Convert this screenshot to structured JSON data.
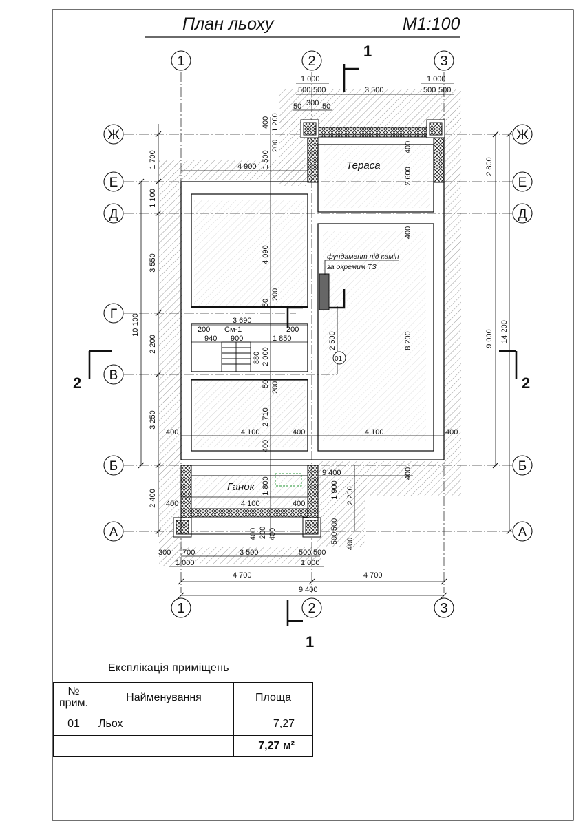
{
  "title": "План льоху",
  "scale": "М1:100",
  "axes": {
    "numeric": [
      "1",
      "2",
      "3"
    ],
    "letters": [
      "Ж",
      "Е",
      "Д",
      "Г",
      "В",
      "Б",
      "А"
    ]
  },
  "section_marks": {
    "s1": "1",
    "s2": "2"
  },
  "rooms": {
    "terrace": "Тераса",
    "porch": "Ганок",
    "room_tag": "01",
    "fireplace_note_1": "фундамент під камін",
    "fireplace_note_2": "за окремим ТЗ",
    "stair_tag": "См-1"
  },
  "dims": {
    "top_1000_a": "1 000",
    "top_500_a": "500",
    "top_500_b": "500",
    "top_50_a": "50",
    "top_300": "300",
    "top_50_b": "50",
    "top_3500": "3 500",
    "top_1000_b": "1 000",
    "top_500_c": "500",
    "top_500_d": "500",
    "left_1700": "1 700",
    "left_1100": "1 100",
    "left_3550": "3 550",
    "left_2200": "2 200",
    "left_3250": "3 250",
    "left_2400": "2 400",
    "left_10100": "10 100",
    "right_2800": "2 800",
    "right_9000": "9 000",
    "right_14200": "14 200",
    "i_400_a": "400",
    "i_1200": "1 200",
    "i_200_a": "200",
    "i_1500": "1 500",
    "i_4900": "4 900",
    "i_400_b": "400",
    "i_2600": "2 600",
    "i_4090": "4 090",
    "i_400_c": "400",
    "i_8200": "8 200",
    "i_2500": "2 500",
    "i_3690": "3 690",
    "i_200_b": "200",
    "i_200_c": "200",
    "i_50_a": "50",
    "i_200_d": "200",
    "i_940": "940",
    "i_900": "900",
    "i_1850": "1 850",
    "i_2000": "2 000",
    "i_880": "880",
    "i_50_b": "50",
    "i_200_e": "200",
    "i_2710": "2 710",
    "i_400_d": "400",
    "i_4100_a": "4 100",
    "i_400_e": "400",
    "i_4100_b": "4 100",
    "i_400_f": "400",
    "i_400_g": "400",
    "i_9400_a": "9 400",
    "i_400_h": "400",
    "i_1800": "1 800",
    "i_1900": "1 900",
    "i_2200": "2 200",
    "i_400_i": "400",
    "i_4100_c": "4 100",
    "i_400_j": "400",
    "i_400_k": "400",
    "i_200_f": "200",
    "i_400_l": "400",
    "i_500_e": "500",
    "i_500_f": "500",
    "i_400_m": "400",
    "b_300": "300",
    "b_700": "700",
    "b_3500": "3 500",
    "b_500_a": "500",
    "b_500_b": "500",
    "b_1000_a": "1 000",
    "b_1000_b": "1 000",
    "b_4700_a": "4 700",
    "b_4700_b": "4 700",
    "b_9400": "9 400"
  },
  "explication": {
    "caption": "Експлікація приміщень",
    "headers": {
      "num_1": "№",
      "num_2": "прим.",
      "name": "Найменування",
      "area": "Площа"
    },
    "rows": [
      {
        "num": "01",
        "name": "Льох",
        "area": "7,27"
      }
    ],
    "total": {
      "area": "7,27 м²"
    }
  }
}
